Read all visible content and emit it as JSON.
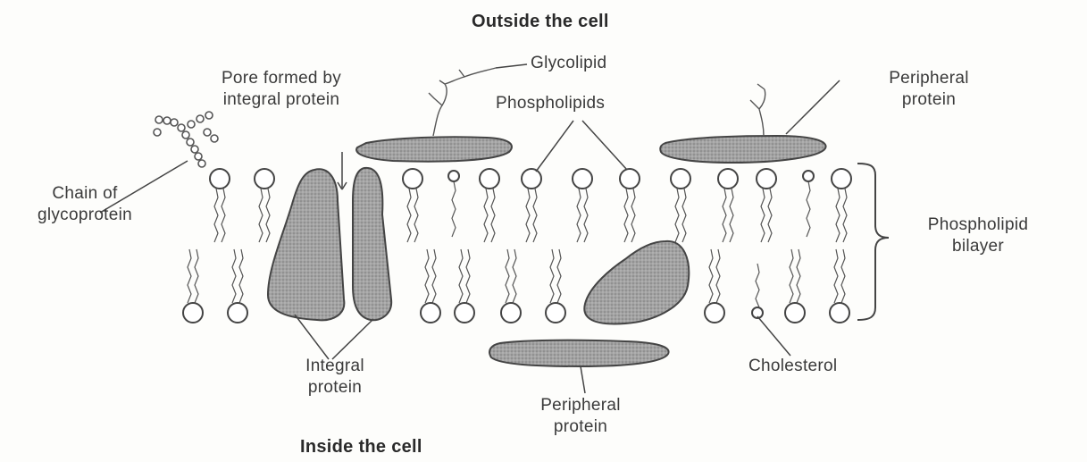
{
  "labels": {
    "outside": "Outside the cell",
    "inside": "Inside the cell",
    "glycolipid": "Glycolipid",
    "pore_line1": "Pore formed by",
    "pore_line2": "integral protein",
    "phospholipids": "Phospholipids",
    "peripheral_top_line1": "Peripheral",
    "peripheral_top_line2": "protein",
    "chain_line1": "Chain of",
    "chain_line2": "glycoprotein",
    "bilayer_line1": "Phospholipid",
    "bilayer_line2": "bilayer",
    "integral_line1": "Integral",
    "integral_line2": "protein",
    "cholesterol": "Cholesterol",
    "peripheral_bottom_line1": "Peripheral",
    "peripheral_bottom_line2": "protein"
  },
  "colors": {
    "line": "#444444",
    "protein_fill": "#9a9a9a",
    "head_fill": "#ffffff"
  }
}
